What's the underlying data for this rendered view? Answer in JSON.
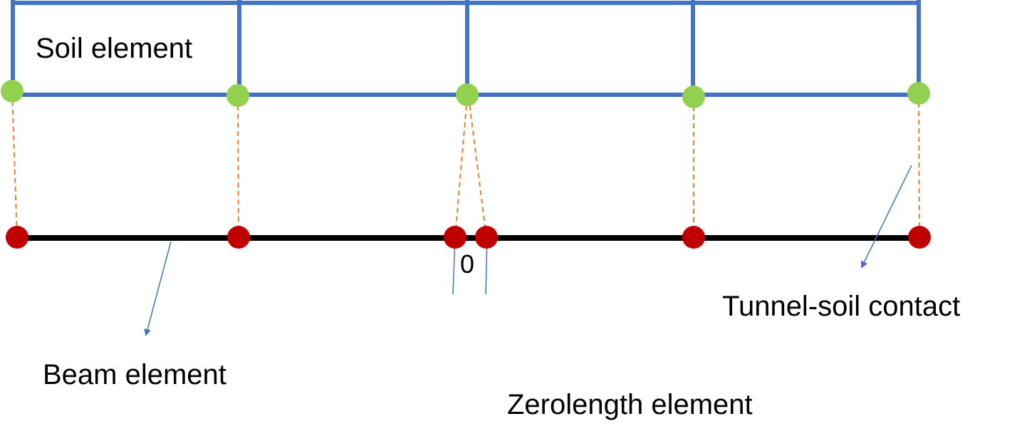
{
  "labels": {
    "soil": "Soil element",
    "beam": "Beam element",
    "contact": "Tunnel-soil contact",
    "zerolength": "Zerolength element",
    "zero": "0"
  },
  "colors": {
    "soil_frame": "#4472c4",
    "soil_node": "#92d050",
    "beam_line": "#000000",
    "beam_node": "#c00000",
    "link": "#ed7d31",
    "arrow": "#4472c4"
  }
}
